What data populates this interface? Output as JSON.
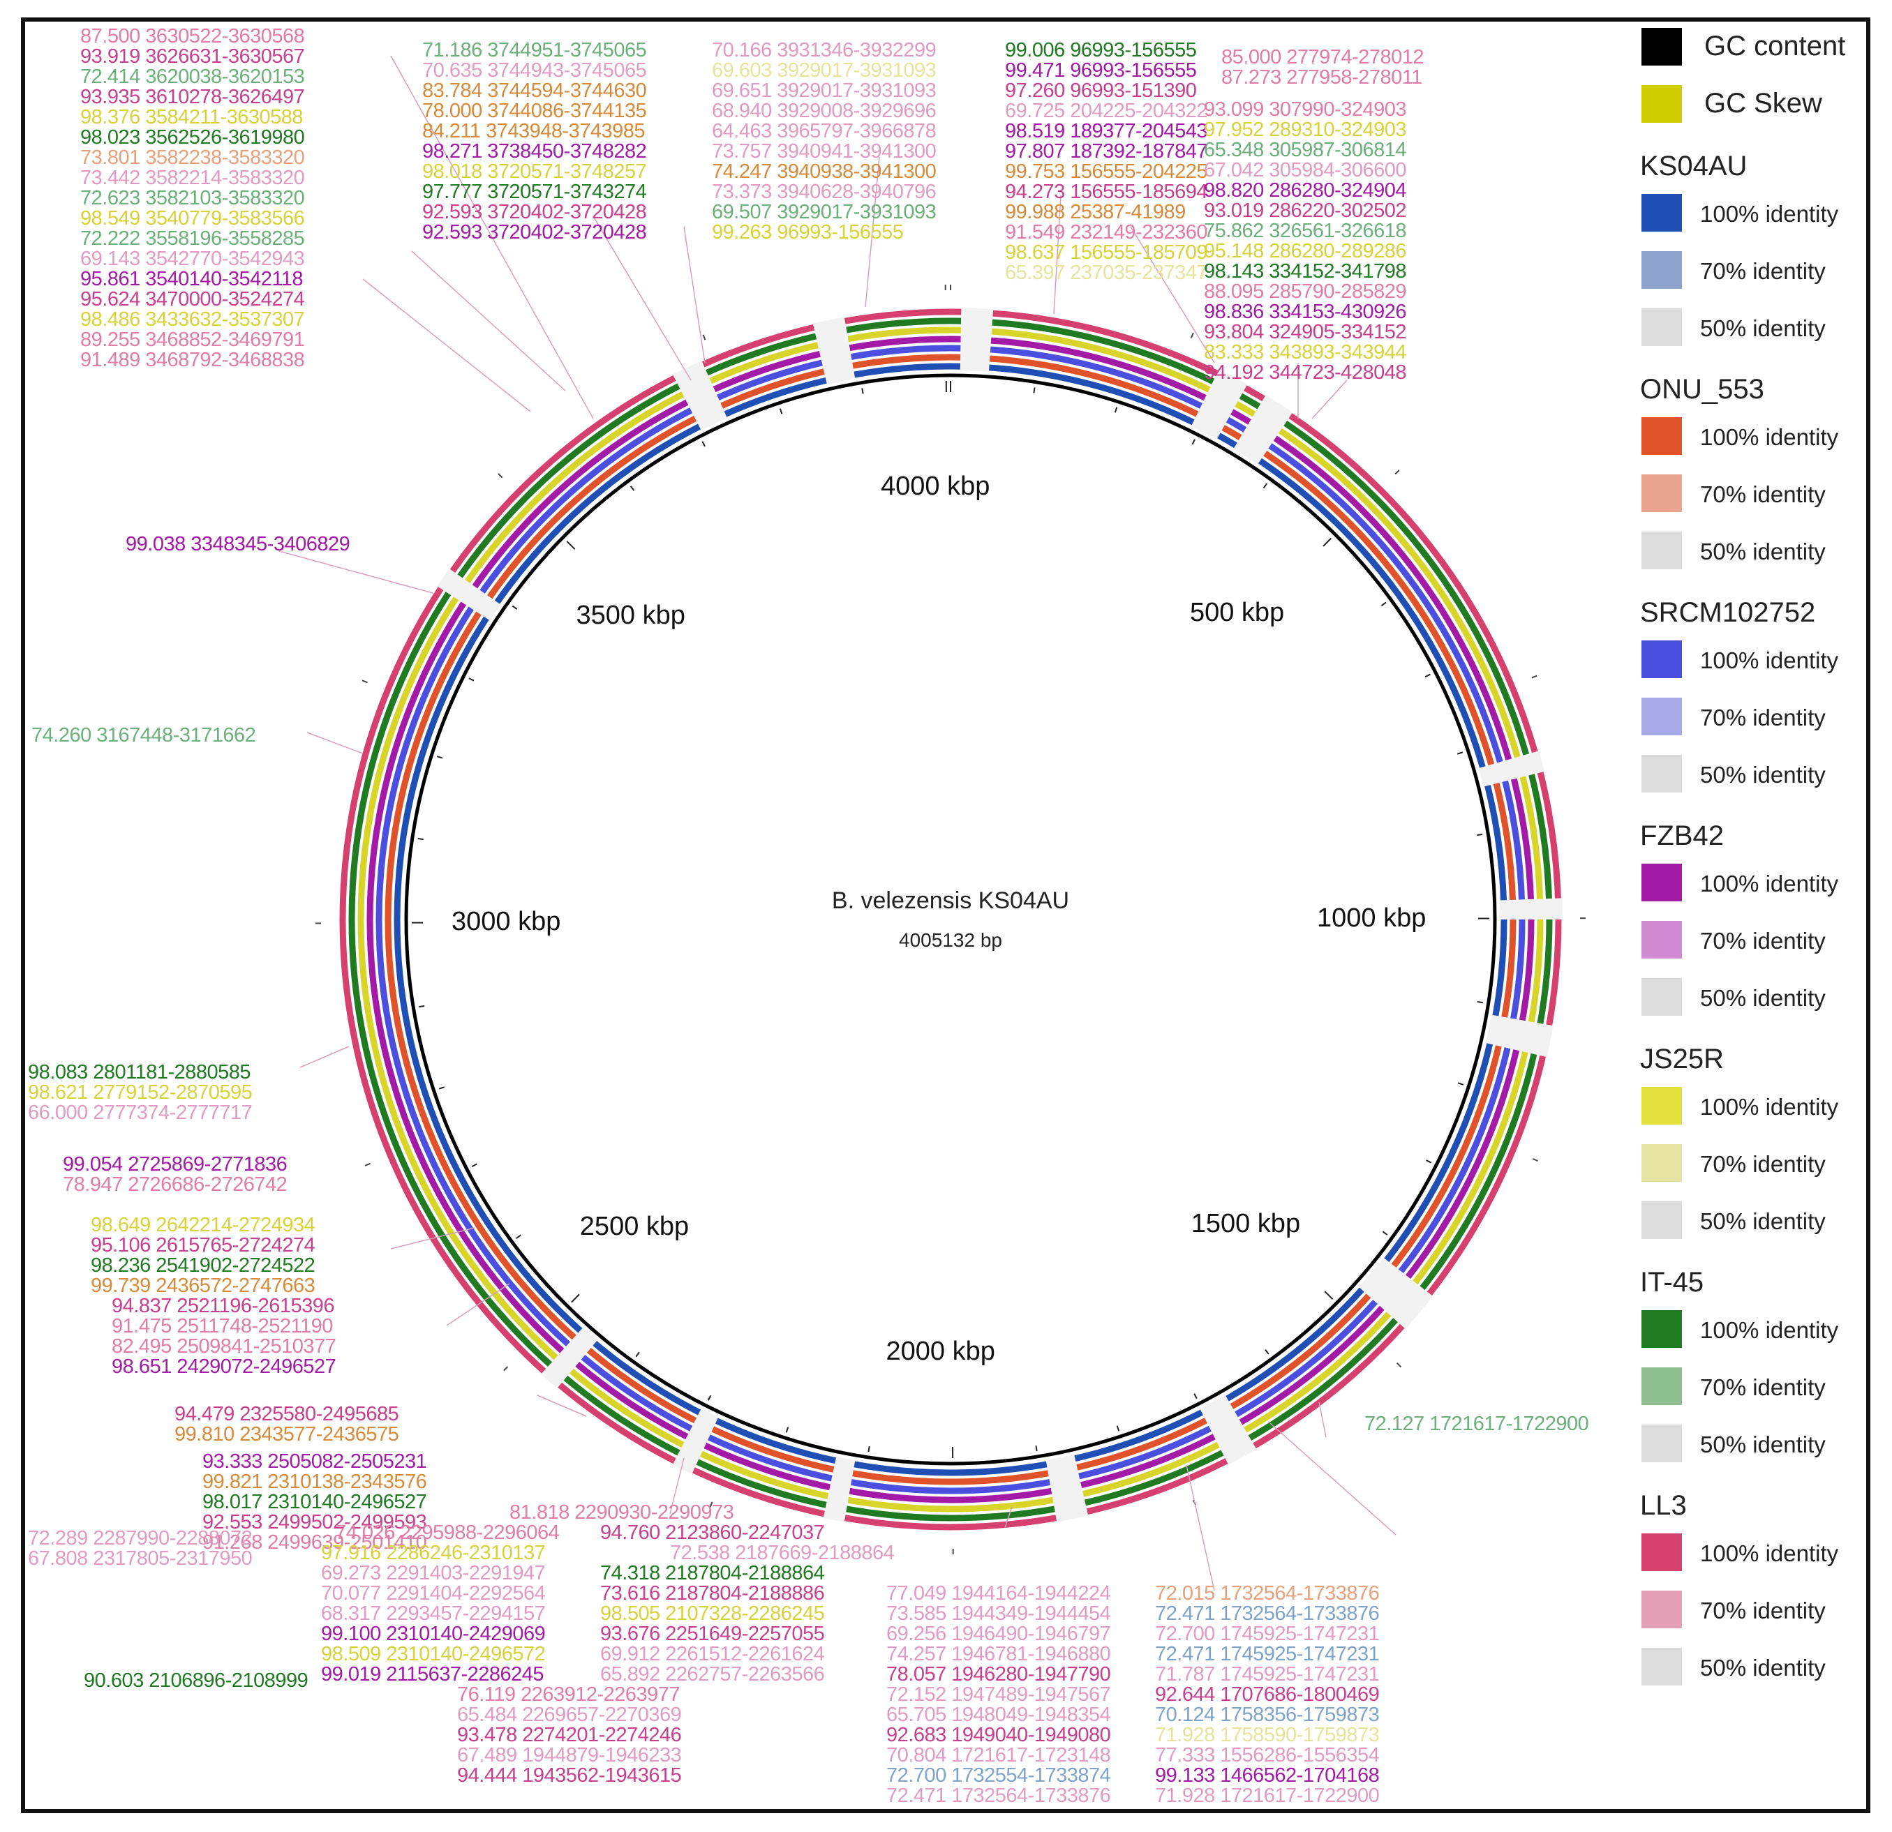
{
  "diagram": {
    "center_title": "B. velezensis KS04AU",
    "center_length": "4005132 bp",
    "genome_length": 4005132,
    "tick_labels": [
      {
        "text": "4000 kbp",
        "kb": 4000
      },
      {
        "text": "500 kbp",
        "kb": 500
      },
      {
        "text": "1000 kbp",
        "kb": 1000
      },
      {
        "text": "1500 kbp",
        "kb": 1500
      },
      {
        "text": "2000 kbp",
        "kb": 2000
      },
      {
        "text": "2500 kbp",
        "kb": 2500
      },
      {
        "text": "3000 kbp",
        "kb": 3000
      },
      {
        "text": "3500 kbp",
        "kb": 3500
      }
    ],
    "rings": [
      {
        "name": "GC content",
        "color": "#000000"
      },
      {
        "name": "KS04AU",
        "color": "#1f4eb4"
      },
      {
        "name": "ONU_553",
        "color": "#e0522a"
      },
      {
        "name": "SRCM102752",
        "color": "#4b4fe0"
      },
      {
        "name": "FZB42",
        "color": "#a21aa6"
      },
      {
        "name": "JS25R",
        "color": "#d9d42a"
      },
      {
        "name": "IT-45",
        "color": "#1f7a22"
      },
      {
        "name": "LL3",
        "color": "#d6406e"
      }
    ]
  },
  "legend": [
    {
      "title": "",
      "items": [
        {
          "label": "GC content",
          "color": "#000000"
        },
        {
          "label": "GC Skew",
          "color": "#cfcc00"
        }
      ]
    },
    {
      "title": "KS04AU",
      "items": [
        {
          "label": "100% identity",
          "color": "#1f4eb4"
        },
        {
          "label": "70% identity",
          "color": "#8fa3cf"
        },
        {
          "label": "50% identity",
          "color": "#dcdcdc"
        }
      ]
    },
    {
      "title": "ONU_553",
      "items": [
        {
          "label": "100% identity",
          "color": "#e0522a"
        },
        {
          "label": "70% identity",
          "color": "#e9a48f"
        },
        {
          "label": "50% identity",
          "color": "#dcdcdc"
        }
      ]
    },
    {
      "title": "SRCM102752",
      "items": [
        {
          "label": "100% identity",
          "color": "#4b4fe0"
        },
        {
          "label": "70% identity",
          "color": "#a8aae8"
        },
        {
          "label": "50% identity",
          "color": "#dcdcdc"
        }
      ]
    },
    {
      "title": "FZB42",
      "items": [
        {
          "label": "100% identity",
          "color": "#a21aa6"
        },
        {
          "label": "70% identity",
          "color": "#d08bd2"
        },
        {
          "label": "50% identity",
          "color": "#dcdcdc"
        }
      ]
    },
    {
      "title": "JS25R",
      "items": [
        {
          "label": "100% identity",
          "color": "#e3df3a"
        },
        {
          "label": "70% identity",
          "color": "#e6e3a2"
        },
        {
          "label": "50% identity",
          "color": "#dcdcdc"
        }
      ]
    },
    {
      "title": "IT-45",
      "items": [
        {
          "label": "100% identity",
          "color": "#1f7a22"
        },
        {
          "label": "70% identity",
          "color": "#8fbf8f"
        },
        {
          "label": "50% identity",
          "color": "#dcdcdc"
        }
      ]
    },
    {
      "title": "LL3",
      "items": [
        {
          "label": "100% identity",
          "color": "#d6406e"
        },
        {
          "label": "70% identity",
          "color": "#e3a0b6"
        },
        {
          "label": "50% identity",
          "color": "#dcdcdc"
        }
      ]
    }
  ],
  "annotations": [
    {
      "text": "87.500 3630522-3630568",
      "color": "#e07ca5"
    },
    {
      "text": "93.919 3626631-3630567",
      "color": "#c83f8d"
    },
    {
      "text": "72.414 3620038-3620153",
      "color": "#6bb07a"
    },
    {
      "text": "93.935 3610278-3626497",
      "color": "#c83f8d"
    },
    {
      "text": "98.376 3584211-3630588",
      "color": "#d6d33a"
    },
    {
      "text": "98.023 3562526-3619980",
      "color": "#1f7a22"
    },
    {
      "text": "73.801 3582238-3583320",
      "color": "#e6a07c"
    },
    {
      "text": "73.442 3582214-3583320",
      "color": "#e29bc0"
    },
    {
      "text": "72.623 3582103-3583320",
      "color": "#6bb07a"
    },
    {
      "text": "98.549 3540779-3583566",
      "color": "#d6d33a"
    },
    {
      "text": "72.222 3558196-3558285",
      "color": "#6bb07a"
    },
    {
      "text": "69.143 3542770-3542943",
      "color": "#e29bc0"
    },
    {
      "text": "95.861 3540140-3542118",
      "color": "#a21aa6"
    },
    {
      "text": "95.624 3470000-3524274",
      "color": "#c83f8d"
    },
    {
      "text": "98.486 3433632-3537307",
      "color": "#d6d33a"
    },
    {
      "text": "89.255 3468852-3469791",
      "color": "#e07ca5"
    },
    {
      "text": "91.489 3468792-3468838",
      "color": "#e07ca5"
    },
    {
      "text": "71.186 3744951-3745065",
      "color": "#6bb07a"
    },
    {
      "text": "70.635 3744943-3745065",
      "color": "#e29bc0"
    },
    {
      "text": "83.784 3744594-3744630",
      "color": "#d68a3a"
    },
    {
      "text": "78.000 3744086-3744135",
      "color": "#d68a3a"
    },
    {
      "text": "84.211 3743948-3743985",
      "color": "#d68a3a"
    },
    {
      "text": "98.271 3738450-3748282",
      "color": "#a21aa6"
    },
    {
      "text": "98.018 3720571-3748257",
      "color": "#d6d33a"
    },
    {
      "text": "97.777 3720571-3743274",
      "color": "#1f7a22"
    },
    {
      "text": "92.593 3720402-3720428",
      "color": "#c83f8d"
    },
    {
      "text": "92.593 3720402-3720428",
      "color": "#a21aa6"
    },
    {
      "text": "70.166 3931346-3932299",
      "color": "#e29bc0"
    },
    {
      "text": "69.603 3929017-3931093",
      "color": "#e6e39a"
    },
    {
      "text": "69.651 3929017-3931093",
      "color": "#e29bc0"
    },
    {
      "text": "68.940 3929008-3929696",
      "color": "#e29bc0"
    },
    {
      "text": "64.463 3965797-3966878",
      "color": "#e29bc0"
    },
    {
      "text": "73.757 3940941-3941300",
      "color": "#e29bc0"
    },
    {
      "text": "74.247 3940938-3941300",
      "color": "#d68a3a"
    },
    {
      "text": "73.373 3940628-3940796",
      "color": "#e29bc0"
    },
    {
      "text": "69.507 3929017-3931093",
      "color": "#6bb07a"
    },
    {
      "text": "99.263 96993-156555",
      "color": "#d6d33a"
    },
    {
      "text": "99.006 96993-156555",
      "color": "#1f7a22"
    },
    {
      "text": "99.471 96993-156555",
      "color": "#a21aa6"
    },
    {
      "text": "97.260 96993-151390",
      "color": "#c83f8d"
    },
    {
      "text": "69.725 204225-204322",
      "color": "#e29bc0"
    },
    {
      "text": "98.519 189377-204543",
      "color": "#a21aa6"
    },
    {
      "text": "97.807 187392-187847",
      "color": "#a21aa6"
    },
    {
      "text": "99.753 156555-204225",
      "color": "#d68a3a"
    },
    {
      "text": "94.273 156555-185694",
      "color": "#c83f8d"
    },
    {
      "text": "99.988 25387-41989",
      "color": "#d68a3a"
    },
    {
      "text": "91.549 232149-232360",
      "color": "#e07ca5"
    },
    {
      "text": "98.637 156555-185709",
      "color": "#d6d33a"
    },
    {
      "text": "65.397 237035-237347",
      "color": "#e6e39a"
    },
    {
      "text": "85.000 277974-278012",
      "color": "#e07ca5"
    },
    {
      "text": "87.273 277958-278011",
      "color": "#e07ca5"
    },
    {
      "text": "93.099 307990-324903",
      "color": "#e07ca5"
    },
    {
      "text": "97.952 289310-324903",
      "color": "#d6d33a"
    },
    {
      "text": "65.348 305987-306814",
      "color": "#6bb07a"
    },
    {
      "text": "67.042 305984-306600",
      "color": "#e29bc0"
    },
    {
      "text": "98.820 286280-324904",
      "color": "#a21aa6"
    },
    {
      "text": "93.019 286220-302502",
      "color": "#c83f8d"
    },
    {
      "text": "75.862 326561-326618",
      "color": "#6bb07a"
    },
    {
      "text": "95.148 286280-289286",
      "color": "#d6d33a"
    },
    {
      "text": "98.143 334152-341798",
      "color": "#1f7a22"
    },
    {
      "text": "88.095 285790-285829",
      "color": "#e07ca5"
    },
    {
      "text": "98.836 334153-430926",
      "color": "#a21aa6"
    },
    {
      "text": "93.804 324905-334152",
      "color": "#c83f8d"
    },
    {
      "text": "83.333 343893-343944",
      "color": "#d6d33a"
    },
    {
      "text": "94.192 344723-428048",
      "color": "#c83f8d"
    },
    {
      "text": "99.038 3348345-3406829",
      "color": "#a21aa6"
    },
    {
      "text": "74.260 3167448-3171662",
      "color": "#6bb07a"
    },
    {
      "text": "98.083 2801181-2880585",
      "color": "#1f7a22"
    },
    {
      "text": "98.621 2779152-2870595",
      "color": "#d6d33a"
    },
    {
      "text": "66.000 2777374-2777717",
      "color": "#e29bc0"
    },
    {
      "text": "99.054 2725869-2771836",
      "color": "#a21aa6"
    },
    {
      "text": "78.947 2726686-2726742",
      "color": "#e07ca5"
    },
    {
      "text": "98.649 2642214-2724934",
      "color": "#d6d33a"
    },
    {
      "text": "95.106 2615765-2724274",
      "color": "#c83f8d"
    },
    {
      "text": "98.236 2541902-2724522",
      "color": "#1f7a22"
    },
    {
      "text": "99.739 2436572-2747663",
      "color": "#d68a3a"
    },
    {
      "text": "94.837 2521196-2615396",
      "color": "#c83f8d"
    },
    {
      "text": "91.475 2511748-2521190",
      "color": "#e07ca5"
    },
    {
      "text": "82.495 2509841-2510377",
      "color": "#e07ca5"
    },
    {
      "text": "98.651 2429072-2496527",
      "color": "#a21aa6"
    },
    {
      "text": "94.479 2325580-2495685",
      "color": "#c83f8d"
    },
    {
      "text": "99.810 2343577-2436575",
      "color": "#d68a3a"
    },
    {
      "text": "93.333 2505082-2505231",
      "color": "#a21aa6"
    },
    {
      "text": "99.821 2310138-2343576",
      "color": "#d68a3a"
    },
    {
      "text": "98.017 2310140-2496527",
      "color": "#1f7a22"
    },
    {
      "text": "92.553 2499502-2499593",
      "color": "#c83f8d"
    },
    {
      "text": "91.268 2499639-2501410",
      "color": "#e07ca5"
    },
    {
      "text": "72.289 2287990-2288072",
      "color": "#e29bc0"
    },
    {
      "text": "67.808 2317805-2317950",
      "color": "#e29bc0"
    },
    {
      "text": "81.818 2290930-2290973",
      "color": "#e07ca5"
    },
    {
      "text": "74.026 2295988-2296064",
      "color": "#e07ca5"
    },
    {
      "text": "97.916 2286246-2310137",
      "color": "#d6d33a"
    },
    {
      "text": "69.273 2291403-2291947",
      "color": "#e29bc0"
    },
    {
      "text": "70.077 2291404-2292564",
      "color": "#e29bc0"
    },
    {
      "text": "68.317 2293457-2294157",
      "color": "#e29bc0"
    },
    {
      "text": "99.100 2310140-2429069",
      "color": "#a21aa6"
    },
    {
      "text": "98.509 2310140-2496572",
      "color": "#d6d33a"
    },
    {
      "text": "99.019 2115637-2286245",
      "color": "#a21aa6"
    },
    {
      "text": "90.603 2106896-2108999",
      "color": "#1f7a22"
    },
    {
      "text": "94.760 2123860-2247037",
      "color": "#c83f8d"
    },
    {
      "text": "72.538 2187669-2188864",
      "color": "#e29bc0"
    },
    {
      "text": "74.318 2187804-2188864",
      "color": "#1f7a22"
    },
    {
      "text": "73.616 2187804-2188886",
      "color": "#c83f8d"
    },
    {
      "text": "98.505 2107328-2286245",
      "color": "#d6d33a"
    },
    {
      "text": "93.676 2251649-2257055",
      "color": "#c83f8d"
    },
    {
      "text": "69.912 2261512-2261624",
      "color": "#e29bc0"
    },
    {
      "text": "65.892 2262757-2263566",
      "color": "#e29bc0"
    },
    {
      "text": "76.119 2263912-2263977",
      "color": "#e07ca5"
    },
    {
      "text": "65.484 2269657-2270369",
      "color": "#e29bc0"
    },
    {
      "text": "93.478 2274201-2274246",
      "color": "#c83f8d"
    },
    {
      "text": "67.489 1944879-1946233",
      "color": "#e29bc0"
    },
    {
      "text": "94.444 1943562-1943615",
      "color": "#c83f8d"
    },
    {
      "text": "77.049 1944164-1944224",
      "color": "#e29bc0"
    },
    {
      "text": "73.585 1944349-1944454",
      "color": "#e29bc0"
    },
    {
      "text": "69.256 1946490-1946797",
      "color": "#e29bc0"
    },
    {
      "text": "74.257 1946781-1946880",
      "color": "#e29bc0"
    },
    {
      "text": "78.057 1946280-1947790",
      "color": "#c83f8d"
    },
    {
      "text": "72.152 1947489-1947567",
      "color": "#e29bc0"
    },
    {
      "text": "65.705 1948049-1948354",
      "color": "#e29bc0"
    },
    {
      "text": "92.683 1949040-1949080",
      "color": "#c83f8d"
    },
    {
      "text": "70.804 1721617-1723148",
      "color": "#e29bc0"
    },
    {
      "text": "72.700 1732554-1733874",
      "color": "#7fa3c8"
    },
    {
      "text": "72.471 1732564-1733876",
      "color": "#e29bc0"
    },
    {
      "text": "72.015 1732564-1733876",
      "color": "#e6a07c"
    },
    {
      "text": "72.471 1732564-1733876",
      "color": "#7fa3c8"
    },
    {
      "text": "72.700 1745925-1747231",
      "color": "#e29bc0"
    },
    {
      "text": "72.471 1745925-1747231",
      "color": "#7fa3c8"
    },
    {
      "text": "71.787 1745925-1747231",
      "color": "#e29bc0"
    },
    {
      "text": "92.644 1707686-1800469",
      "color": "#c83f8d"
    },
    {
      "text": "70.124 1758356-1759873",
      "color": "#7fa3c8"
    },
    {
      "text": "71.928 1758590-1759873",
      "color": "#e6e39a"
    },
    {
      "text": "77.333 1556286-1556354",
      "color": "#e29bc0"
    },
    {
      "text": "99.133 1466562-1704168",
      "color": "#a21aa6"
    },
    {
      "text": "71.928 1721617-1722900",
      "color": "#e29bc0"
    },
    {
      "text": "72.127 1721617-1722900",
      "color": "#6bb07a"
    }
  ]
}
